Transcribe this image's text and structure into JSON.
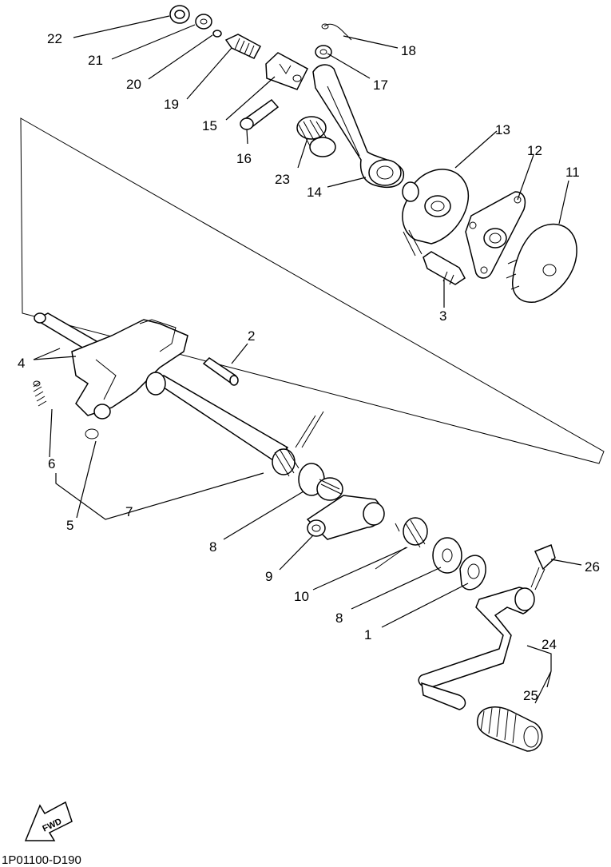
{
  "callouts": [
    {
      "id": "22",
      "text": "22"
    },
    {
      "id": "21",
      "text": "21"
    },
    {
      "id": "20",
      "text": "20"
    },
    {
      "id": "19",
      "text": "19"
    },
    {
      "id": "15",
      "text": "15"
    },
    {
      "id": "16",
      "text": "16"
    },
    {
      "id": "23",
      "text": "23"
    },
    {
      "id": "14",
      "text": "14"
    },
    {
      "id": "18",
      "text": "18"
    },
    {
      "id": "17",
      "text": "17"
    },
    {
      "id": "13",
      "text": "13"
    },
    {
      "id": "12",
      "text": "12"
    },
    {
      "id": "11",
      "text": "11"
    },
    {
      "id": "3",
      "text": "3"
    },
    {
      "id": "2",
      "text": "2"
    },
    {
      "id": "4",
      "text": "4"
    },
    {
      "id": "6",
      "text": "6"
    },
    {
      "id": "5",
      "text": "5"
    },
    {
      "id": "7",
      "text": "7"
    },
    {
      "id": "8a",
      "text": "8"
    },
    {
      "id": "9",
      "text": "9"
    },
    {
      "id": "10",
      "text": "10"
    },
    {
      "id": "8b",
      "text": "8"
    },
    {
      "id": "1",
      "text": "1"
    },
    {
      "id": "26",
      "text": "26"
    },
    {
      "id": "24",
      "text": "24"
    },
    {
      "id": "25",
      "text": "25"
    }
  ],
  "fwd_label": "FWD",
  "diagram_code": "1P01100-D190"
}
